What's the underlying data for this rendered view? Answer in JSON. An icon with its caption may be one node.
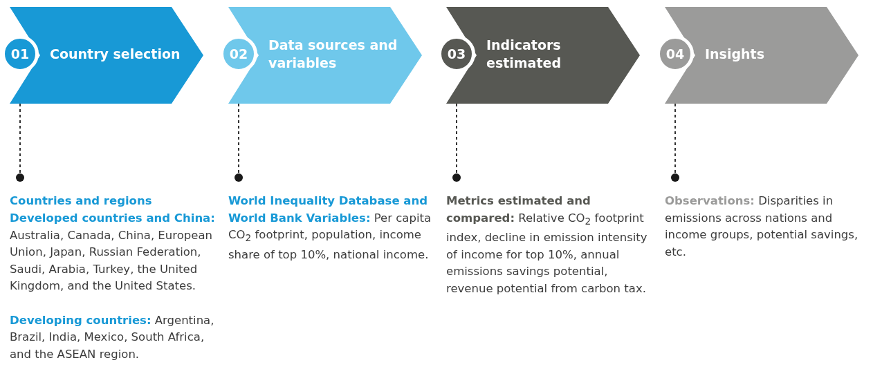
{
  "diagram": {
    "nodes": [
      {
        "text": [
          "01",
          "Country selection"
        ]
      },
      {
        "text": [
          "02",
          "Data sources and variables"
        ]
      },
      {
        "text": [
          "03",
          "Indicators estimated"
        ]
      },
      {
        "text": [
          "04",
          "Insights"
        ]
      },
      {
        "text": [],
        "shape": "circle",
        "beside": [
          "**Countries and regions**",
          "**Developed countries and China:** Australia, Canada, China, European Union, Japan, Russian Federation, Saudi, Arabia, Turkey, the United Kingdom, and the United States.",
          "**Developing countries:** Argentina, Brazil, India, Mexico, South Africa, and the ASEAN region."
        ]
      },
      {
        "text": [],
        "shape": "circle",
        "beside": [
          "**World Inequality Database and World Bank Variables:** Per capita CO$_{2}$ footprint, population, income share of top 10%, national income."
        ]
      },
      {
        "text": [],
        "shape": "circle",
        "beside": [
          "**Metrics estimated and compared:** Relative CO$_{2}$ footprint index, decline in emission intensity of income for top 10%, annual emissions savings potential, revenue potential from carbon tax."
        ]
      },
      {
        "text": [],
        "shape": "circle",
        "beside": [
          "**Observations:** Disparities in emissions across nations and income groups, potential savings, etc."
        ]
      }
    ],
    "edges": [
      {
        "from": 0,
        "to": 4,
        "arrow": "none",
        "style": "dashed"
      },
      {
        "from": 1,
        "to": 5,
        "arrow": "none",
        "style": "dashed"
      },
      {
        "from": 2,
        "to": 6,
        "arrow": "none",
        "style": "dashed"
      },
      {
        "from": 3,
        "to": 7,
        "arrow": "none",
        "style": "dashed"
      }
    ]
  }
}
